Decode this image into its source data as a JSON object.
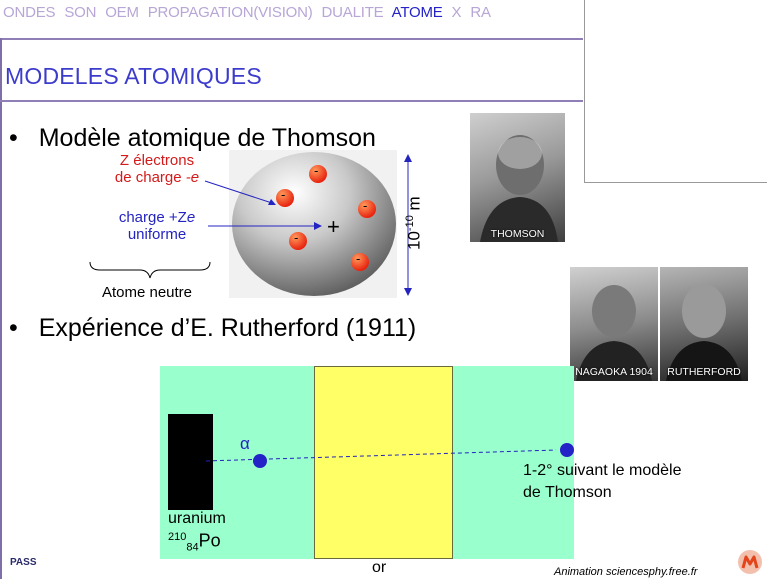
{
  "nav": {
    "items": [
      "ONDES",
      "SON",
      "OEM",
      "PROPAGATION(VISION)",
      "DUALITE",
      "ATOME",
      "X",
      "RA"
    ],
    "active": "ATOME"
  },
  "title": "MODELES ATOMIQUES",
  "bullets": [
    {
      "marker": "•",
      "text": "Modèle atomique de Thomson"
    },
    {
      "marker": "•",
      "text": "Expérience d’E. Rutherford (1911)"
    }
  ],
  "thomson": {
    "electrons_line1": "Z électrons",
    "electrons_line2_prefix": "de charge ",
    "electrons_line2_var": "-e",
    "charge_line1_prefix": "charge +Z",
    "charge_line1_var": "e",
    "charge_line2": "uniforme",
    "neutral": "Atome neutre",
    "size_base": "10",
    "size_exp": "-10",
    "size_unit": " m",
    "electron_sign": "-",
    "center_sign": "+"
  },
  "photos": {
    "thomson": "THOMSON",
    "nagaoka": "NAGAOKA 1904",
    "rutherford": "RUTHERFORD"
  },
  "experiment": {
    "alpha": "α",
    "result_line1": "1-2° suivant le modèle",
    "result_line2": "de Thomson",
    "source_name": "uranium",
    "source_mass": "210",
    "source_z": "84",
    "source_symbol": "Po",
    "foil": "or"
  },
  "footer": {
    "left": "PASS",
    "right": "Animation sciencesphy.free.fr"
  },
  "colors": {
    "accent": "#2323c8",
    "electron": "#e8220e",
    "panel": "#99ffcc",
    "foil": "#ffff66",
    "logo": "#e3441c"
  }
}
